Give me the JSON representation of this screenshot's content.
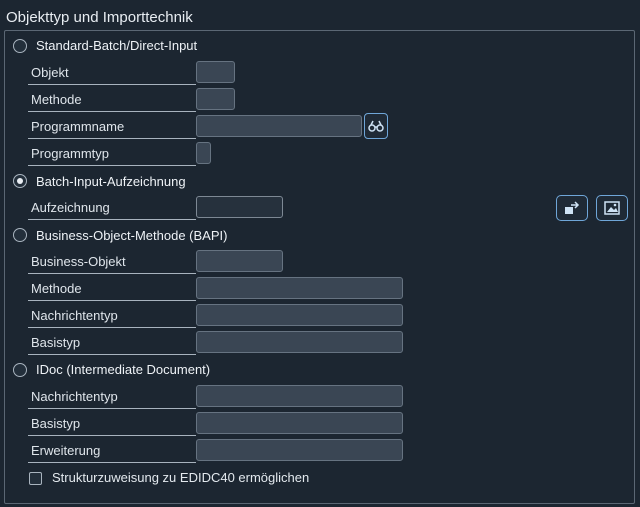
{
  "panel": {
    "title": "Objekttyp und Importtechnik"
  },
  "sections": {
    "standard": {
      "label": "Standard-Batch/Direct-Input",
      "fields": {
        "objekt": "Objekt",
        "methode": "Methode",
        "programmname": "Programmname",
        "programmtyp": "Programmtyp"
      }
    },
    "batch": {
      "label": "Batch-Input-Aufzeichnung",
      "fields": {
        "aufzeichnung": "Aufzeichnung"
      }
    },
    "bapi": {
      "label": "Business-Object-Methode (BAPI)",
      "fields": {
        "business_objekt": "Business-Objekt",
        "methode": "Methode",
        "nachrichtentyp": "Nachrichtentyp",
        "basistyp": "Basistyp"
      }
    },
    "idoc": {
      "label": "IDoc (Intermediate Document)",
      "fields": {
        "nachrichtentyp": "Nachrichtentyp",
        "basistyp": "Basistyp",
        "erweiterung": "Erweiterung"
      }
    }
  },
  "checkbox": {
    "label": "Strukturzuweisung zu EDIDC40 ermöglichen",
    "checked": false
  },
  "selected_radio": "batch",
  "colors": {
    "background": "#1c2631",
    "accent": "#6fa6d8",
    "border": "#5b6774"
  }
}
